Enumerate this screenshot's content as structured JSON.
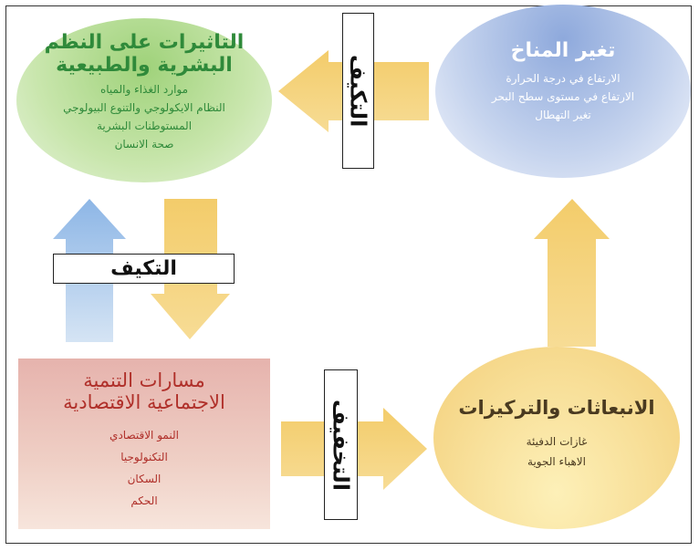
{
  "impacts": {
    "title_line1": "التاثيرات على النظم",
    "title_line2": "البشرية والطبيعية",
    "items": [
      "موارد  الغذاء والمياه",
      "النظام الايكولوجي والتنوع البيولوجي",
      "المستوطنات البشرية",
      "صحة الانسان"
    ]
  },
  "climate": {
    "title": "تغير المناخ",
    "items": [
      "الارتفاع في درجة الحرارة",
      "الارتفاع في مستوى سطح البحر",
      "تغير التهطال"
    ]
  },
  "emissions": {
    "title": "الانبعاثات والتركيزات",
    "items": [
      "غازات الدفيئة",
      "الاهباء الجوية"
    ]
  },
  "development": {
    "title_line1": "مسارات التنمية",
    "title_line2": "الاجتماعية الاقتصادية",
    "items": [
      "النمو الاقتصادي",
      "التكنولوجيا",
      "السكان",
      "الحكم"
    ]
  },
  "labels": {
    "adaptation_top": "التكيف",
    "adaptation_left": "التكيف",
    "mitigation": "التخفيف"
  },
  "colors": {
    "arrow_yellow": "#f5d27a",
    "arrow_blue": "#9ec0e6",
    "green_text": "#2f8a3a",
    "red_text": "#b0302a",
    "dark_text": "#4a3a20"
  }
}
